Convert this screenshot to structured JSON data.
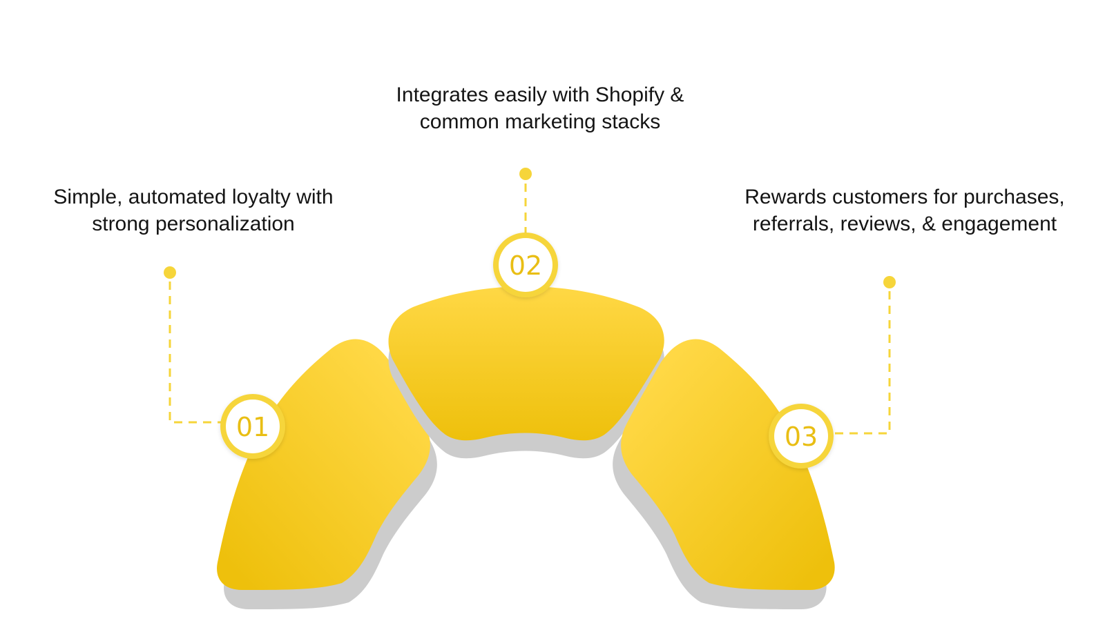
{
  "steps": [
    {
      "number": "01",
      "caption_lines": [
        "Simple, automated loyalty with",
        "strong personalization"
      ]
    },
    {
      "number": "02",
      "caption_lines": [
        "Integrates easily with Shopify &",
        "common marketing stacks"
      ]
    },
    {
      "number": "03",
      "caption_lines": [
        "Rewards customers for purchases,",
        "referrals, reviews, & engagement"
      ]
    }
  ],
  "colors": {
    "segment_light": "#FFD845",
    "segment_dark": "#EEC00C",
    "shadow": "#CCCCCC",
    "connector": "#F6D53A",
    "badge_text": "#E9BE14",
    "caption_text": "#141414"
  }
}
